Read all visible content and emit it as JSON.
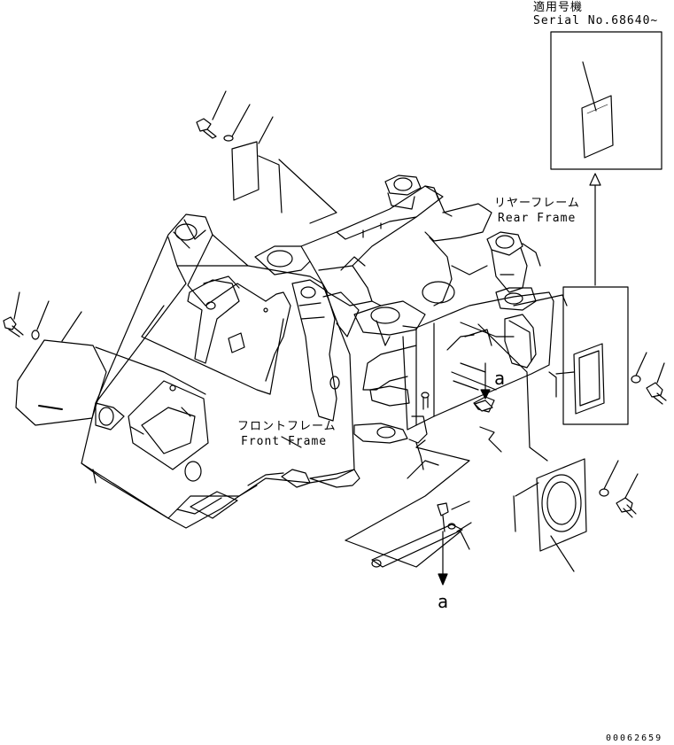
{
  "serial": {
    "jp": "適用号機",
    "en": "Serial No.68640~"
  },
  "rear_frame": {
    "jp": "リヤーフレーム",
    "en": "Rear Frame"
  },
  "front_frame": {
    "jp": "フロントフレーム",
    "en": "Front Frame"
  },
  "view_marks": {
    "upper": "a",
    "lower": "a"
  },
  "drawing_number": "00062659"
}
